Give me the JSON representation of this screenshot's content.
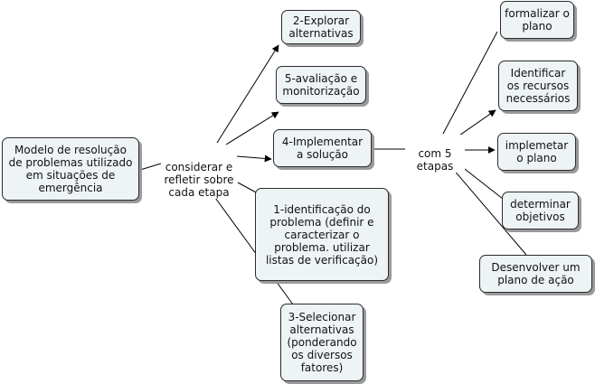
{
  "concepts": {
    "main": "Modelo de resolução de problemas utilizado em situações de emergência",
    "explorar": "2-Explorar alternativas",
    "avaliacao": "5-avaliação e monitorização",
    "implementar": "4-Implementar a solução",
    "identificacao": "1-identificação do problema (definir e caracterizar o problema. utilizar listas de verificação)",
    "selecionar": "3-Selecionar alternativas (ponderando os diversos fatores)",
    "formalizar": "formalizar o plano",
    "identificar_recursos": "Identificar os recursos necessários",
    "implemetar_plano": "implemetar o plano",
    "determinar": "determinar objetivos",
    "desenvolver": "Desenvolver um plano de ação"
  },
  "link_labels": {
    "considerar": "considerar e refletir sobre cada etapa",
    "com_etapas": "com 5 etapas"
  },
  "colors": {
    "node_fill": "#eef3f6",
    "node_border": "#2b2b2b",
    "shadow": "#9a9a9a",
    "line": "#000000"
  }
}
